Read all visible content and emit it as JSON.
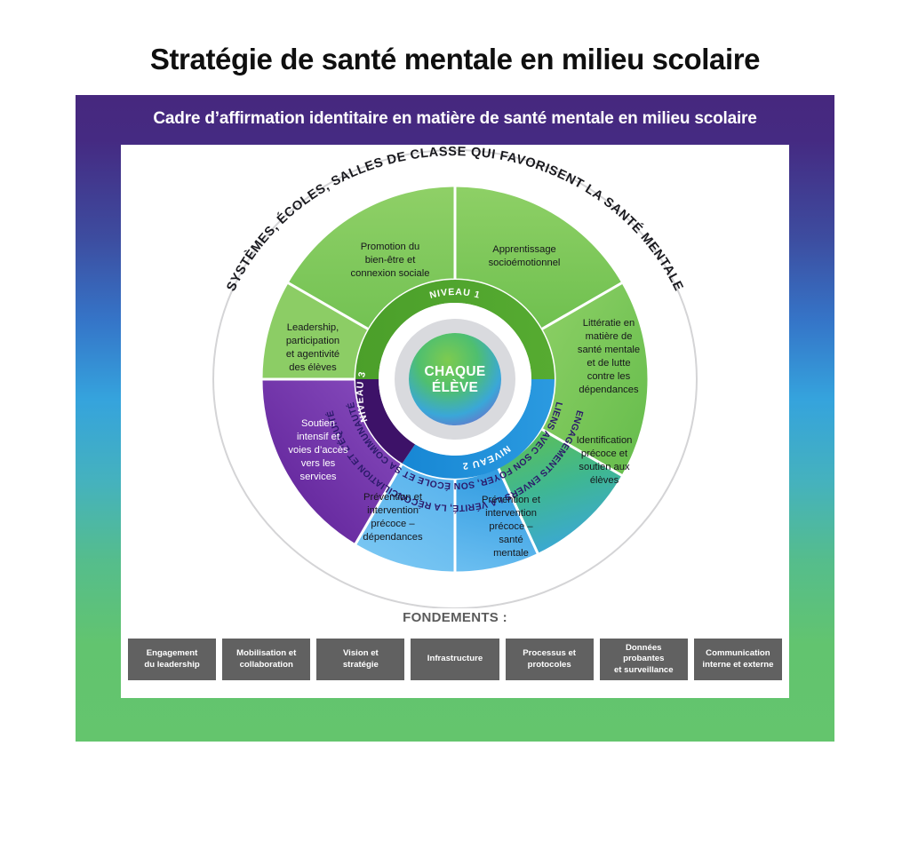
{
  "page": {
    "main_title": "Stratégie de santé mentale en milieu scolaire",
    "frame_title": "Cadre d’affirmation identitaire en matière de santé mentale en milieu scolaire"
  },
  "wheel": {
    "outer_arc_text": "SYSTÈMES, ÉCOLES, SALLES DE CLASSE QUI FAVORISENT LA SANTÉ MENTALE",
    "ring_commitment": "ENGAGEMENTS ENVERS LA VÉRITÉ, LA RÉCONCILIATION ET L’ÉQUITÉ",
    "ring_connection": "LIENS AVEC SON FOYER, SON ÉCOLE ET SA COMMUNAUTÉ",
    "core_line1": "CHAQUE",
    "core_line2": "ÉLÈVE",
    "levels": [
      {
        "key": "niveau1",
        "label": "NIVEAU 1",
        "color": "#4fa32c"
      },
      {
        "key": "niveau2",
        "label": "NIVEAU 2",
        "color": "#1d8fd8"
      },
      {
        "key": "niveau3",
        "label": "NIVEAU 3",
        "color": "#3d1268"
      }
    ],
    "segments": [
      {
        "key": "promotion-bien-etre",
        "level": "NIVEAU 1",
        "color": "#85cb5f",
        "lines": [
          "Promotion du",
          "bien-être et",
          "connexion sociale"
        ]
      },
      {
        "key": "apprentissage-socioemotionnel",
        "level": "NIVEAU 1",
        "color": "#85cb5f",
        "lines": [
          "Apprentissage",
          "socioémotionnel"
        ]
      },
      {
        "key": "litteratie-sante-mentale",
        "level": "NIVEAU 1",
        "color": "#80c95d",
        "lines": [
          "Littératie en",
          "matière de",
          "santé mentale",
          "et de lutte",
          "contre les",
          "dépendances"
        ]
      },
      {
        "key": "identification-precoce",
        "level": "NIVEAU 2",
        "color": "#4fbb9b",
        "lines": [
          "Identification",
          "précoce et",
          "soutien aux",
          "élèves"
        ]
      },
      {
        "key": "prevention-sante-mentale",
        "level": "NIVEAU 2",
        "color": "#4da9e8",
        "lines": [
          "Prévention et",
          "intervention",
          "précoce –",
          "santé",
          "mentale"
        ]
      },
      {
        "key": "prevention-dependances",
        "level": "NIVEAU 2",
        "color": "#67b8ec",
        "lines": [
          "Prévention et",
          "intervention",
          "précoce –",
          "dépendances"
        ]
      },
      {
        "key": "soutien-intensif",
        "level": "NIVEAU 3",
        "color": "#7a42b5",
        "lines": [
          "Soutien",
          "intensif et",
          "voies d’accès",
          "vers les",
          "services"
        ]
      },
      {
        "key": "leadership-eleves",
        "level": "NIVEAU 1",
        "color": "#8ccd65",
        "lines": [
          "Leadership,",
          "participation",
          "et agentivité",
          "des élèves"
        ]
      }
    ]
  },
  "fondements": {
    "title": "FONDEMENTS :",
    "items": [
      {
        "key": "engagement-leadership",
        "lines": [
          "Engagement",
          "du leadership"
        ]
      },
      {
        "key": "mobilisation-collaboration",
        "lines": [
          "Mobilisation et",
          "collaboration"
        ]
      },
      {
        "key": "vision-strategie",
        "lines": [
          "Vision et",
          "stratégie"
        ]
      },
      {
        "key": "infrastructure",
        "lines": [
          "Infrastructure"
        ]
      },
      {
        "key": "processus-protocoles",
        "lines": [
          "Processus et",
          "protocoles"
        ]
      },
      {
        "key": "donnees-probantes",
        "lines": [
          "Données",
          "probantes",
          "et surveillance"
        ]
      },
      {
        "key": "communication",
        "lines": [
          "Communication",
          "interne et externe"
        ]
      }
    ]
  },
  "colors": {
    "frame_top": "#46287e",
    "frame_mid": "#35a3dd",
    "frame_bottom": "#64c56d",
    "fondements_box": "#616161",
    "fondements_text": "#5b5b5b"
  }
}
